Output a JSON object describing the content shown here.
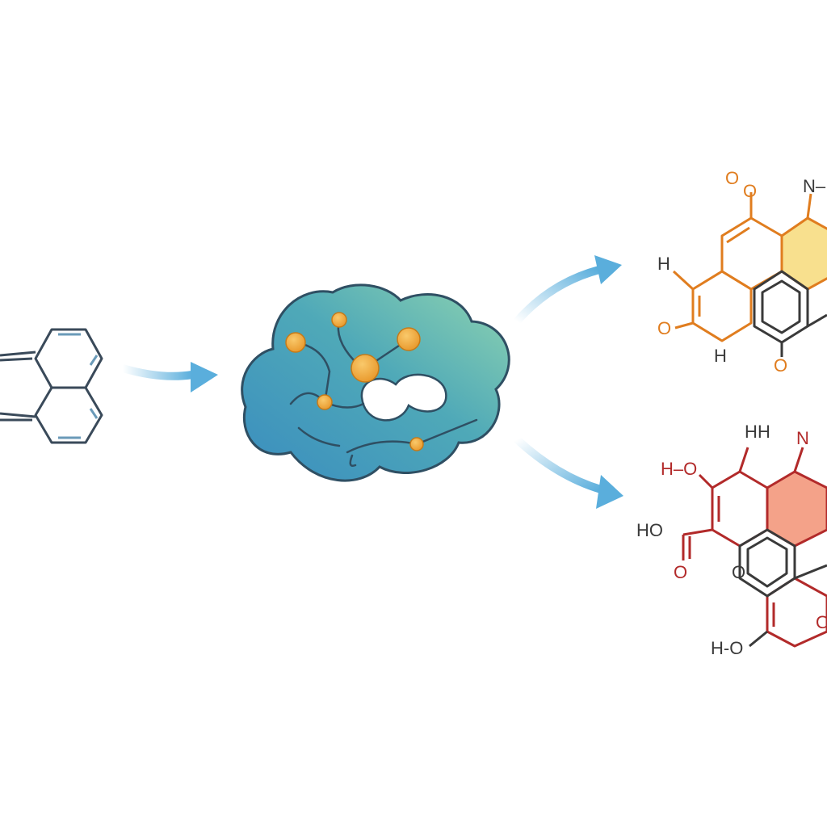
{
  "colors": {
    "background": "#ffffff",
    "reactant_stroke": "#3a4a5a",
    "reactant_accent": "#6a9ab8",
    "arrow": "#5aaedc",
    "cloud_dark": "#3a8dbf",
    "cloud_light": "#8fd4b0",
    "cloud_outline": "#2f4f63",
    "node": "#f2a93b",
    "product_orange": "#e07d1f",
    "product_orange_fill": "#f8e08e",
    "product_red": "#b22a2a",
    "product_red_fill": "#f4a289",
    "product_dark": "#3a3a3a"
  },
  "product_top_labels": {
    "o_top": "O",
    "n_top": "N–",
    "h_left": "H",
    "o_left": "O",
    "h_bottom": "H",
    "o_bottom": "O"
  },
  "product_bottom_labels": {
    "h_top": "H",
    "n_top": "N",
    "ho_red": "H–O",
    "ho_left": "HO",
    "o_red": "O",
    "o_mid": "O",
    "o_right": "O",
    "ho_bottom": "H-O"
  }
}
